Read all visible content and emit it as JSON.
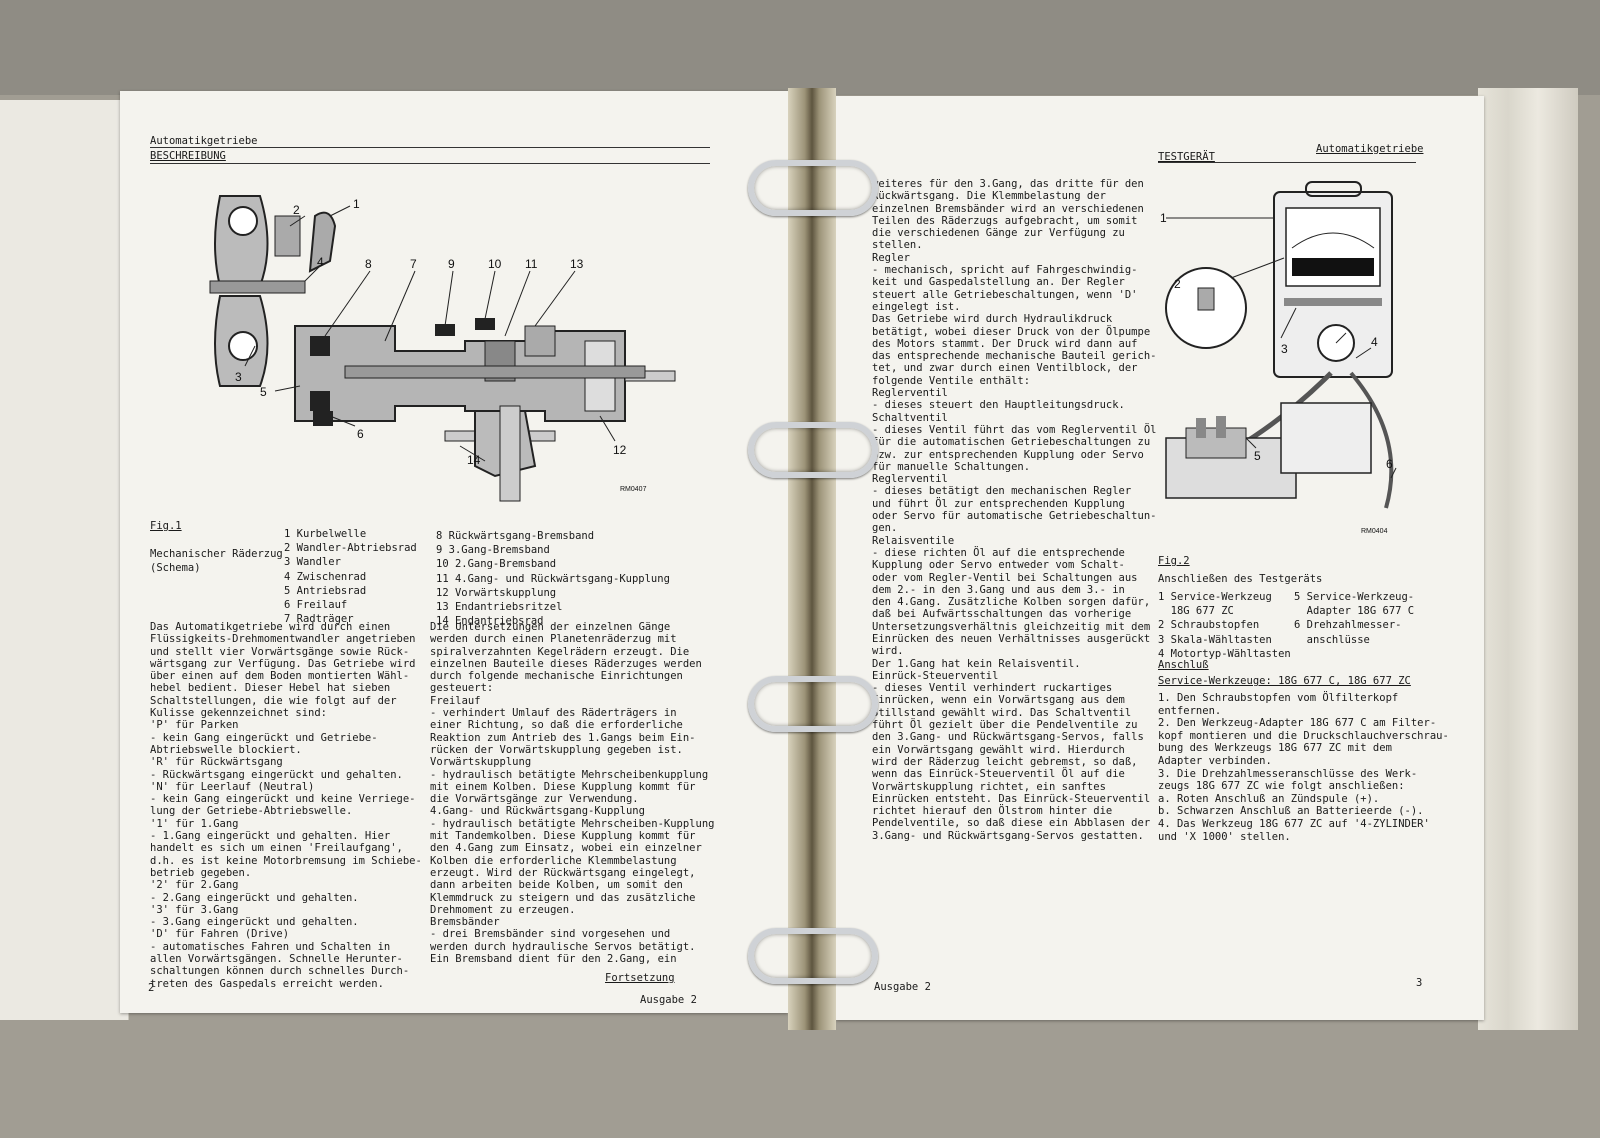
{
  "left": {
    "header": "Automatikgetriebe",
    "section": "BESCHREIBUNG",
    "figure": {
      "callouts": [
        "1",
        "2",
        "3",
        "4",
        "5",
        "6",
        "7",
        "8",
        "9",
        "10",
        "11",
        "13",
        "12",
        "14"
      ],
      "ref": "RM0407",
      "label": "Fig.1",
      "caption_lines": [
        "Mechanischer Räderzug",
        "(Schema)"
      ],
      "legend_a": [
        "1 Kurbelwelle",
        "2 Wandler-Abtriebsrad",
        "3 Wandler",
        "4 Zwischenrad",
        "5 Antriebsrad",
        "6 Freilauf",
        "7 Radträger"
      ],
      "legend_b": [
        "8 Rückwärtsgang-Bremsband",
        "9 3.Gang-Bremsband",
        "10 2.Gang-Bremsband",
        "11 4.Gang- und Rückwärtsgang-Kupplung",
        "12 Vorwärtskupplung",
        "13 Endantriebsritzel",
        "14 Endantriebsrad"
      ]
    },
    "col1": [
      "Das Automatikgetriebe wird durch einen",
      "Flüssigkeits-Drehmomentwandler angetrieben",
      "und stellt vier Vorwärtsgänge sowie Rück-",
      "wärtsgang zur Verfügung. Das Getriebe wird",
      "über einen auf dem Boden montierten Wähl-",
      "hebel bedient. Dieser Hebel hat sieben",
      "Schaltstellungen, die wie folgt auf der",
      "Kulisse gekennzeichnet sind:",
      "'P' für Parken",
      "- kein Gang eingerückt und Getriebe-",
      "Abtriebswelle blockiert.",
      "'R' für Rückwärtsgang",
      "- Rückwärtsgang eingerückt und gehalten.",
      "'N' für Leerlauf (Neutral)",
      "- kein Gang eingerückt und keine Verriege-",
      "lung der Getriebe-Abtriebswelle.",
      "'1' für 1.Gang",
      "- 1.Gang eingerückt und gehalten. Hier",
      "handelt es sich um einen 'Freilaufgang',",
      "d.h. es ist keine Motorbremsung im Schiebe-",
      "betrieb gegeben.",
      "'2' für 2.Gang",
      "- 2.Gang eingerückt und gehalten.",
      "'3' für 3.Gang",
      "- 3.Gang eingerückt und gehalten.",
      "'D' für Fahren (Drive)",
      "- automatisches Fahren und Schalten in",
      "allen Vorwärtsgängen. Schnelle Herunter-",
      "schaltungen können durch schnelles Durch-",
      "treten des Gaspedals erreicht werden."
    ],
    "col2": [
      "Die Untersetzungen der einzelnen Gänge",
      "werden durch einen Planetenräderzug mit",
      "spiralverzahnten Kegelrädern erzeugt. Die",
      "einzelnen Bauteile dieses Räderzuges werden",
      "durch folgende mechanische Einrichtungen",
      "gesteuert:",
      "Freilauf",
      "- verhindert Umlauf des Räderträgers in",
      "einer Richtung, so daß die erforderliche",
      "Reaktion zum Antrieb des 1.Gangs beim Ein-",
      "rücken der Vorwärtskupplung gegeben ist.",
      "Vorwärtskupplung",
      "- hydraulisch betätigte Mehrscheibenkupplung",
      "mit einem Kolben. Diese Kupplung kommt für",
      "die Vorwärtsgänge zur Verwendung.",
      "4.Gang- und Rückwärtsgang-Kupplung",
      "- hydraulisch betätigte Mehrscheiben-Kupplung",
      "mit Tandemkolben. Diese Kupplung kommt für",
      "den 4.Gang zum Einsatz, wobei ein einzelner",
      "Kolben die erforderliche Klemmbelastung",
      "erzeugt. Wird der Rückwärtsgang eingelegt,",
      "dann arbeiten beide Kolben, um somit den",
      "Klemmdruck zu steigern und das zusätzliche",
      "Drehmoment zu erzeugen.",
      "Bremsbänder",
      "- drei Bremsbänder sind vorgesehen und",
      "werden durch hydraulische Servos betätigt.",
      "Ein Bremsband dient für den 2.Gang, ein"
    ],
    "continuation": "Fortsetzung",
    "page_number": "2",
    "edition": "Ausgabe 2"
  },
  "right": {
    "section": "TESTGERÄT",
    "header": "Automatikgetriebe",
    "col1": [
      "weiteres für den 3.Gang, das dritte für den",
      "Rückwärtsgang. Die Klemmbelastung der",
      "einzelnen Bremsbänder wird an verschiedenen",
      "Teilen des Räderzugs aufgebracht, um somit",
      "die verschiedenen Gänge zur Verfügung zu",
      "stellen.",
      "Regler",
      "- mechanisch, spricht auf Fahrgeschwindig-",
      "keit und Gaspedalstellung an. Der Regler",
      "steuert alle Getriebeschaltungen, wenn 'D'",
      "eingelegt ist.",
      "",
      "Das Getriebe wird durch Hydraulikdruck",
      "betätigt, wobei dieser Druck von der Ölpumpe",
      "des Motors stammt. Der Druck wird dann auf",
      "das entsprechende mechanische Bauteil gerich-",
      "tet, und zwar durch einen Ventilblock, der",
      "folgende Ventile enthält:",
      "Reglerventil",
      "- dieses steuert den Hauptleitungsdruck.",
      "Schaltventil",
      "- dieses Ventil führt das vom Reglerventil Öl",
      "für die automatischen Getriebeschaltungen zu",
      "bzw. zur entsprechenden Kupplung oder Servo",
      "für manuelle Schaltungen.",
      "Reglerventil",
      "- dieses betätigt den mechanischen Regler",
      "und führt Öl zur entsprechenden Kupplung",
      "oder Servo für automatische Getriebeschaltun-",
      "gen.",
      "Relaisventile",
      "- diese richten Öl auf die entsprechende",
      "Kupplung oder Servo entweder vom Schalt-",
      "oder vom Regler-Ventil bei Schaltungen aus",
      "dem 2.- in den 3.Gang und aus dem 3.- in",
      "den 4.Gang. Zusätzliche Kolben sorgen dafür,",
      "daß bei Aufwärtsschaltungen das vorherige",
      "Untersetzungsverhältnis gleichzeitig mit dem",
      "Einrücken des neuen Verhältnisses ausgerückt",
      "wird.",
      "Der 1.Gang hat kein Relaisventil.",
      "Einrück-Steuerventil",
      "- dieses Ventil verhindert ruckartiges",
      "Einrücken, wenn ein Vorwärtsgang aus dem",
      "Stillstand gewählt wird. Das Schaltventil",
      "führt Öl gezielt über die Pendelventile zu",
      "den 3.Gang- und Rückwärtsgang-Servos, falls",
      "ein Vorwärtsgang gewählt wird. Hierdurch",
      "wird der Räderzug leicht gebremst, so daß,",
      "wenn das Einrück-Steuerventil Öl auf die",
      "Vorwärtskupplung richtet, ein sanftes",
      "Einrücken entsteht. Das Einrück-Steuerventil",
      "richtet hierauf den Ölstrom hinter die",
      "Pendelventile, so daß diese ein Abblasen der",
      "3.Gang- und Rückwärtsgang-Servos gestatten."
    ],
    "figure": {
      "callouts": [
        "1",
        "2",
        "3",
        "4",
        "5",
        "6"
      ],
      "ref": "RM0404",
      "label": "Fig.2",
      "caption": "Anschließen des Testgeräts",
      "legend_a": [
        "1 Service-Werkzeug",
        "  18G 677 ZC",
        "2 Schraubstopfen",
        "3 Skala-Wähltasten",
        "4 Motortyp-Wähltasten"
      ],
      "legend_b": [
        "5 Service-Werkzeug-",
        "  Adapter 18G 677 C",
        "",
        "6 Drehzahlmesser-",
        "  anschlüsse"
      ]
    },
    "connection_title": "Anschluß",
    "service_tools_line": "Service-Werkzeuge: 18G 677 C, 18G 677 ZC",
    "steps": [
      "1. Den Schraubstopfen vom Ölfilterkopf",
      "entfernen.",
      "2. Den Werkzeug-Adapter 18G 677 C am Filter-",
      "kopf montieren und die Druckschlauchverschrau-",
      "bung des Werkzeugs 18G 677 ZC mit dem",
      "Adapter verbinden.",
      "3. Die Drehzahlmesseranschlüsse des Werk-",
      "zeugs 18G 677 ZC wie folgt anschließen:",
      "a. Roten Anschluß an Zündspule (+).",
      "b. Schwarzen Anschluß an Batterieerde (-).",
      "4. Das Werkzeug 18G 677 ZC auf '4-ZYLINDER'",
      "und 'X 1000' stellen."
    ],
    "edition": "Ausgabe 2",
    "page_number": "3"
  }
}
